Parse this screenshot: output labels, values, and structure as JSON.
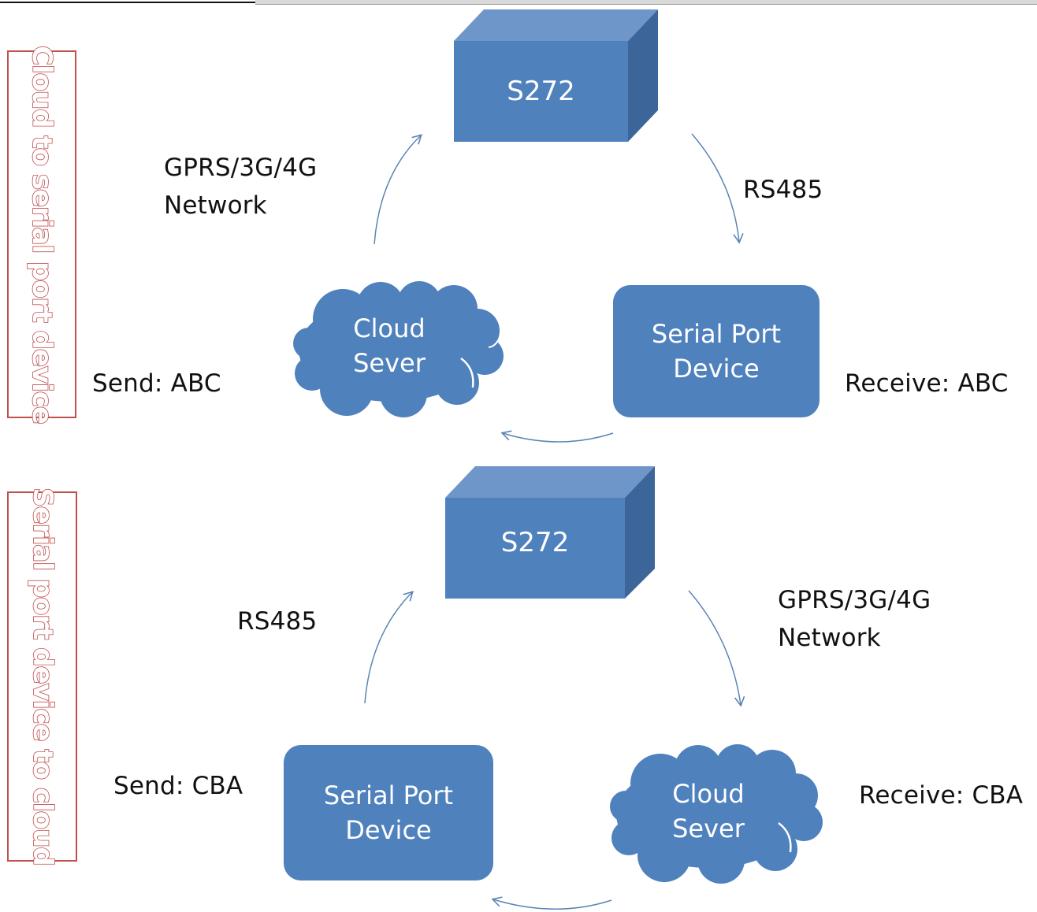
{
  "top_section": {
    "side_label": "Cloud to serial port device",
    "device": "S272",
    "left_arrow_label": "GPRS/3G/4G\nNetwork",
    "right_arrow_label": "RS485",
    "cloud": "Cloud\nSever",
    "serial_port": "Serial Port\nDevice",
    "send": "Send: ABC",
    "receive": "Receive: ABC"
  },
  "bottom_section": {
    "side_label": "Serial port device to cloud",
    "device": "S272",
    "left_arrow_label": "RS485",
    "right_arrow_label": "GPRS/3G/4G\nNetwork",
    "serial_port": "Serial Port\nDevice",
    "cloud": "Cloud\nSever",
    "send": "Send: CBA",
    "receive": "Receive: CBA"
  },
  "colors": {
    "box_fill": "#4f81bd",
    "box_top": "#6f96c9",
    "box_side": "#3c659a",
    "arrow": "#5b84b4",
    "side_label": "#c0504d"
  }
}
